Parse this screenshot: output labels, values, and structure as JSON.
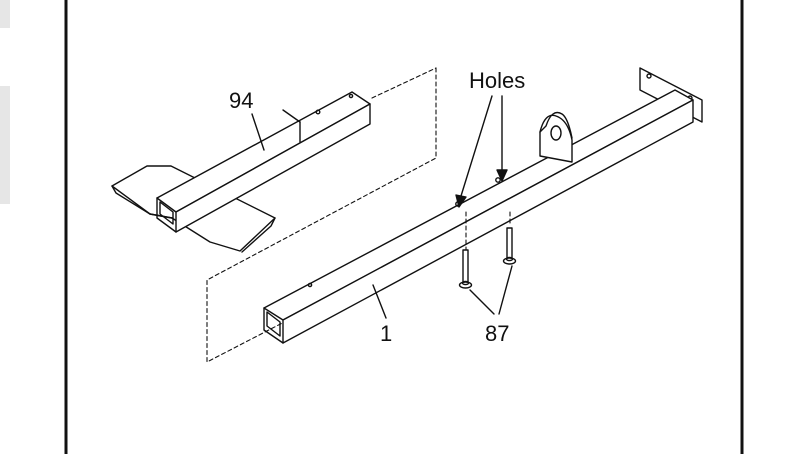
{
  "diagram": {
    "labels": {
      "part_94": "94",
      "holes": "Holes",
      "part_1": "1",
      "part_87": "87"
    },
    "colors": {
      "line": "#111111",
      "background": "#ffffff",
      "tab": "#e6e6e6"
    }
  }
}
